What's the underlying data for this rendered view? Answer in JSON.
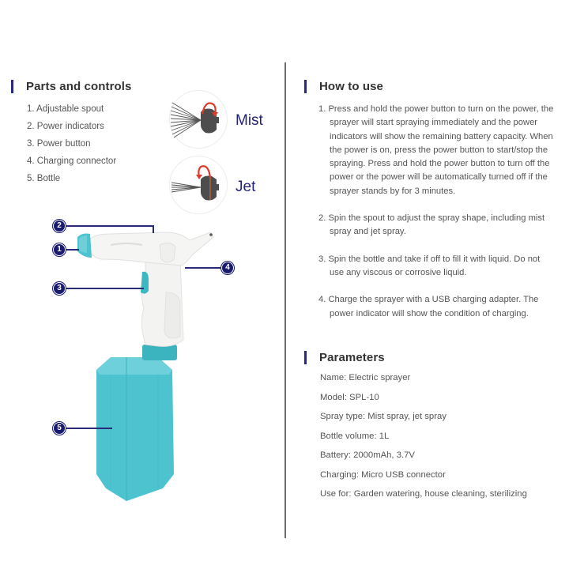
{
  "left": {
    "parts_title": "Parts and controls",
    "parts": [
      "1. Adjustable spout",
      "2. Power indicators",
      "3. Power button",
      "4. Charging connector",
      "5. Bottle"
    ],
    "modes": [
      {
        "label": "Mist",
        "icon": "mist-spray-icon"
      },
      {
        "label": "Jet",
        "icon": "jet-spray-icon"
      }
    ],
    "callouts": [
      "1",
      "2",
      "3",
      "4",
      "5"
    ]
  },
  "right": {
    "howto_title": "How to use",
    "howto": [
      "1. Press and hold the power button to turn on the power, the sprayer will start spraying immediately and the power indicators will show the remaining battery capacity. When the power is on, press the power button to start/stop the spraying. Press and hold the power button to turn off the power or the power will be automatically turned off if the sprayer stands by for 3 minutes.",
      "2. Spin the spout to adjust the spray shape, including mist spray and jet spray.",
      "3. Spin the bottle and take if off to fill it with liquid. Do not use any viscous or corrosive liquid.",
      "4. Charge the sprayer with a USB charging adapter. The power indicator will show the condition of charging."
    ],
    "params_title": "Parameters",
    "params": [
      "Name: Electric sprayer",
      "Model: SPL-10",
      "Spray type: Mist spray, jet spray",
      "Bottle volume: 1L",
      "Battery: 2000mAh, 3.7V",
      "Charging: Micro USB connector",
      "Use for: Garden watering, house cleaning, sterilizing"
    ]
  },
  "colors": {
    "accent": "#2a2a7a",
    "bottle": "#4cc3cf",
    "body": "#f2f2f0",
    "arrow": "#e03a2a"
  }
}
